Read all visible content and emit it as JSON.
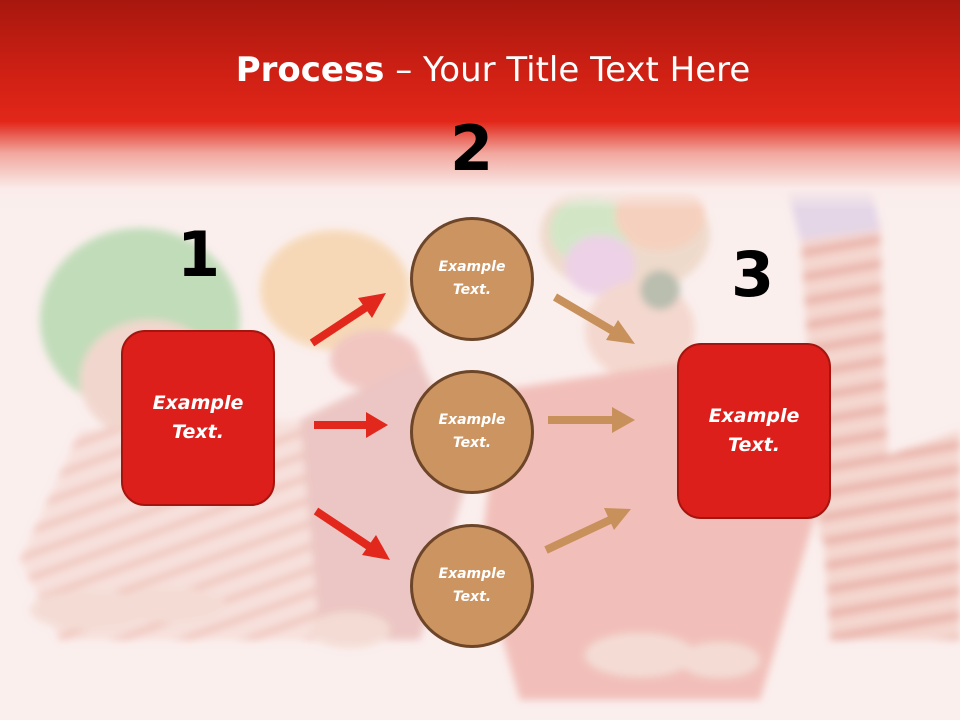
{
  "slide": {
    "title_bold": "Process",
    "title_rest": " – Your Title Text Here",
    "numbers": [
      "1",
      "2",
      "3"
    ],
    "boxes": [
      {
        "line1": "Example",
        "line2": "Text."
      },
      {
        "line1": "Example",
        "line2": "Text."
      }
    ],
    "circles": [
      {
        "line1": "Example",
        "line2": "Text."
      },
      {
        "line1": "Example",
        "line2": "Text."
      },
      {
        "line1": "Example",
        "line2": "Text."
      }
    ]
  },
  "colors": {
    "header_red": "#d8241a",
    "box_red": "#dd1f1b",
    "circle_tan": "#cc9461",
    "arrow_red": "#e2281c",
    "arrow_tan": "#c8905b"
  },
  "icons": {
    "arrow_red": "right-arrow-icon",
    "arrow_tan": "right-arrow-icon"
  }
}
